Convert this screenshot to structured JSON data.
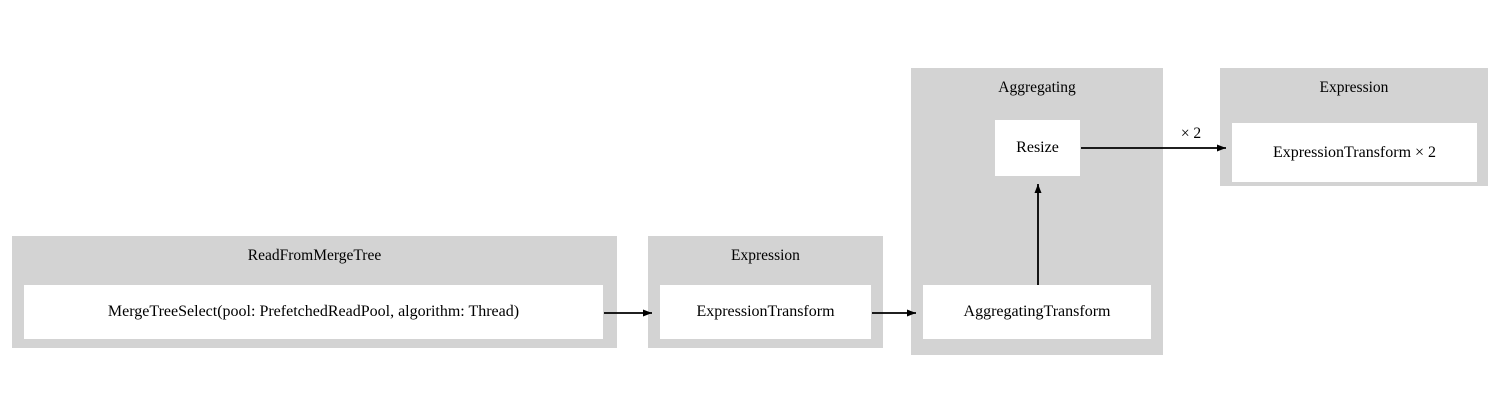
{
  "diagram": {
    "type": "query-pipeline-graph",
    "background_color": "#ffffff",
    "cluster_color": "#d3d3d3",
    "node_color": "#ffffff",
    "edge_color": "#000000",
    "clusters": [
      {
        "id": "read_from_merge_tree",
        "title": "ReadFromMergeTree",
        "nodes": [
          {
            "id": "merge_tree_select",
            "label": "MergeTreeSelect(pool: PrefetchedReadPool, algorithm: Thread)"
          }
        ]
      },
      {
        "id": "expression_1",
        "title": "Expression",
        "nodes": [
          {
            "id": "expression_transform_1",
            "label": "ExpressionTransform"
          }
        ]
      },
      {
        "id": "aggregating",
        "title": "Aggregating",
        "nodes": [
          {
            "id": "resize",
            "label": "Resize"
          },
          {
            "id": "aggregating_transform",
            "label": "AggregatingTransform"
          }
        ]
      },
      {
        "id": "expression_2",
        "title": "Expression",
        "nodes": [
          {
            "id": "expression_transform_2",
            "label": "ExpressionTransform × 2"
          }
        ]
      }
    ],
    "edges": [
      {
        "id": "edge-merge-to-expr1",
        "from": "merge_tree_select",
        "to": "expression_transform_1",
        "label": ""
      },
      {
        "id": "edge-expr1-to-agg",
        "from": "expression_transform_1",
        "to": "aggregating_transform",
        "label": ""
      },
      {
        "id": "edge-agg-to-resize",
        "from": "aggregating_transform",
        "to": "resize",
        "label": ""
      },
      {
        "id": "edge-resize-to-expr2",
        "from": "resize",
        "to": "expression_transform_2",
        "label": "× 2"
      }
    ]
  }
}
